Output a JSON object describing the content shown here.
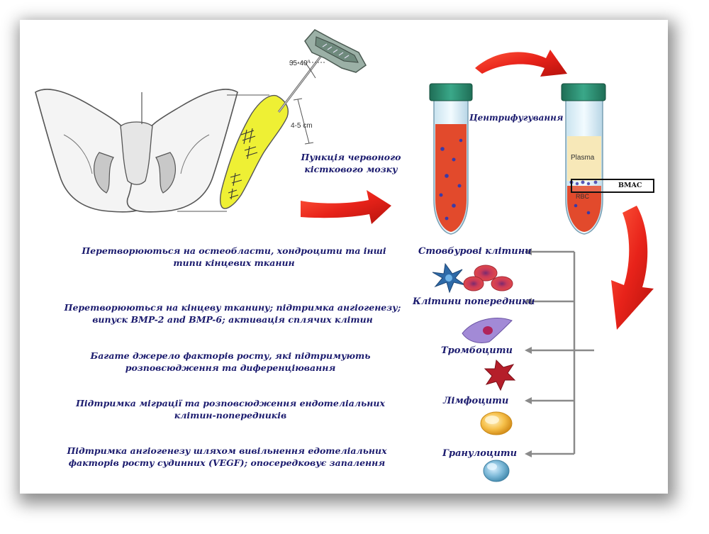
{
  "image": {
    "angle_label": "35-40°",
    "depth_label": "4-5 cm",
    "plasma_label": "Plasma",
    "rbc_label": "RBC",
    "bmac_label": "BMAC"
  },
  "steps": {
    "puncture": "Пункція червоного кісткового мозку",
    "centrifuge": "Центрифугування"
  },
  "cells": [
    {
      "name": "Стовбурові клітини",
      "description": "Перетворюються на остеобласти, хондроцити та інші типи кінцевих тканин"
    },
    {
      "name": "Клітини попередники",
      "description": "Перетворюються на кінцеву тканину; підтримка ангіогенезу; випуск BMP-2 and BMP-6; активація сплячих клітин"
    },
    {
      "name": "Тромбоцити",
      "description": "Багате джерело факторів росту, які підтримують розповсюдження та диференціювання"
    },
    {
      "name": "Лімфоцити",
      "description": "Підтримка міграції та розповсюдження ендотеліальних клітин-попередників"
    },
    {
      "name": "Гранулоцити",
      "description": "Підтримка ангіогенезу шляхом вивільнення едотеліальних факторів росту судинних (VEGF); опосередковує запалення"
    }
  ],
  "colors": {
    "text": "#1b1b6e",
    "arrow_red": "#e8231a",
    "blood": "#e24a2c",
    "plasma": "#f7e8b8",
    "cap": "#2e8b6e",
    "bracket": "#8a8a8a"
  }
}
